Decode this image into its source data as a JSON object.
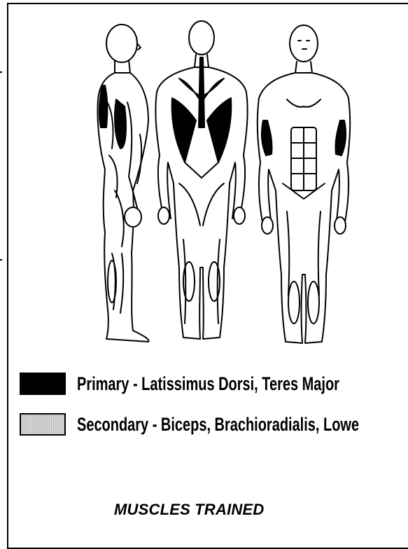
{
  "figures": {
    "views": [
      "side-view",
      "back-view",
      "front-view"
    ],
    "primary_color": "#000000",
    "secondary_color": "#cfcfcf"
  },
  "legend": {
    "primary": "Primary - Latissimus Dorsi, Teres Major",
    "secondary": "Secondary - Biceps, Brachioradialis, Lowe"
  },
  "caption": "MUSCLES TRAINED"
}
